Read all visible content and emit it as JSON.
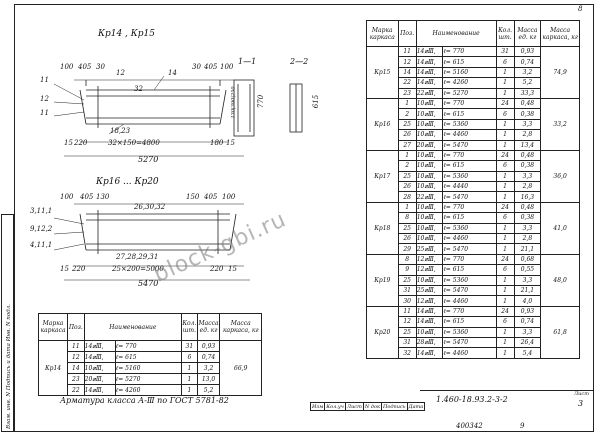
{
  "sheet_number": "8",
  "drawings": {
    "top_title": "Кр14 , Кр15",
    "bottom_title": "Кр16 ... Кр20",
    "section_1": "1—1",
    "section_2": "2—2",
    "top_dims": {
      "d100": "100",
      "d405": "405",
      "d30a": "30",
      "d12": "12",
      "d14": "14",
      "d30b": "30",
      "d405b": "405",
      "d100b": "100",
      "mark11a": "11",
      "mark12": "12",
      "mark11b": "11",
      "d1823": "18,23",
      "d32": "32",
      "spacing": "32×150=4800",
      "d15": "15",
      "d220": "220",
      "d180": "180",
      "d15b": "15",
      "total": "5270",
      "sec_770": "770",
      "sec_615": "615",
      "sec_dims": "130|390|250"
    },
    "bottom_dims": {
      "d100": "100",
      "d405": "405",
      "d130": "130",
      "d150": "150",
      "d405b": "405",
      "d100b": "100",
      "mid": "26,30,32",
      "marks1": "3,11,1",
      "marks2": "9,12,2",
      "marks3": "4,11,1",
      "bars": "27,28,29,31",
      "spacing": "25×200=5000",
      "d15": "15",
      "d220": "220",
      "d220b": "220",
      "d15b": "15",
      "total": "5470"
    }
  },
  "main_table": {
    "headers": [
      "Марка каркаса",
      "Поз.",
      "Наименование",
      "Кол. шт.",
      "Масса ед. кг",
      "Масса каркаса, кг"
    ],
    "groups": [
      {
        "mark": "Кр15",
        "mass": "74,9",
        "rows": [
          [
            "11",
            "14⌀Ⅲ,",
            "ℓ= 770",
            "31",
            "0,93"
          ],
          [
            "12",
            "14⌀Ⅲ,",
            "ℓ= 615",
            "6",
            "0,74"
          ],
          [
            "14",
            "14⌀Ⅲ,",
            "ℓ= 5160",
            "1",
            "3,2"
          ],
          [
            "22",
            "14⌀Ⅲ,",
            "ℓ= 4260",
            "1",
            "5,2"
          ],
          [
            "23",
            "22⌀Ⅲ,",
            "ℓ= 5270",
            "1",
            "33,3"
          ]
        ]
      },
      {
        "mark": "Кр16",
        "mass": "33,2",
        "rows": [
          [
            "1",
            "10⌀Ⅲ,",
            "ℓ= 770",
            "24",
            "0,48"
          ],
          [
            "2",
            "10⌀Ⅲ,",
            "ℓ= 615",
            "6",
            "0,38"
          ],
          [
            "25",
            "10⌀Ⅲ,",
            "ℓ= 5360",
            "1",
            "3,3"
          ],
          [
            "26",
            "10⌀Ⅲ,",
            "ℓ= 4460",
            "1",
            "2,8"
          ],
          [
            "27",
            "20⌀Ⅲ,",
            "ℓ= 5470",
            "1",
            "13,4"
          ]
        ]
      },
      {
        "mark": "Кр17",
        "mass": "36,0",
        "rows": [
          [
            "1",
            "10⌀Ⅲ,",
            "ℓ= 770",
            "24",
            "0,48"
          ],
          [
            "2",
            "10⌀Ⅲ,",
            "ℓ= 615",
            "6",
            "0,38"
          ],
          [
            "25",
            "10⌀Ⅲ,",
            "ℓ= 5360",
            "1",
            "3,3"
          ],
          [
            "26",
            "10⌀Ⅲ,",
            "ℓ= 4440",
            "1",
            "2,8"
          ],
          [
            "28",
            "22⌀Ⅲ,",
            "ℓ= 5470",
            "1",
            "16,3"
          ]
        ]
      },
      {
        "mark": "Кр18",
        "mass": "41,0",
        "rows": [
          [
            "1",
            "10⌀Ⅲ,",
            "ℓ= 770",
            "24",
            "0,48"
          ],
          [
            "8",
            "10⌀Ⅲ,",
            "ℓ= 615",
            "6",
            "0,38"
          ],
          [
            "25",
            "10⌀Ⅲ,",
            "ℓ= 5360",
            "1",
            "3,3"
          ],
          [
            "26",
            "10⌀Ⅲ,",
            "ℓ= 4460",
            "1",
            "2,8"
          ],
          [
            "29",
            "25⌀Ⅲ,",
            "ℓ= 5470",
            "1",
            "21,1"
          ]
        ]
      },
      {
        "mark": "Кр19",
        "mass": "48,0",
        "rows": [
          [
            "8",
            "12⌀Ⅲ,",
            "ℓ= 770",
            "24",
            "0,68"
          ],
          [
            "9",
            "12⌀Ⅲ,",
            "ℓ= 615",
            "6",
            "0,55"
          ],
          [
            "25",
            "10⌀Ⅲ,",
            "ℓ= 5360",
            "1",
            "3,3"
          ],
          [
            "31",
            "25⌀Ⅲ,",
            "ℓ= 5470",
            "1",
            "21,1"
          ],
          [
            "30",
            "12⌀Ⅲ,",
            "ℓ= 4460",
            "1",
            "4,0"
          ]
        ]
      },
      {
        "mark": "Кр20",
        "mass": "61,8",
        "rows": [
          [
            "11",
            "14⌀Ⅲ,",
            "ℓ= 770",
            "24",
            "0,93"
          ],
          [
            "12",
            "14⌀Ⅲ,",
            "ℓ= 615",
            "6",
            "0,74"
          ],
          [
            "25",
            "10⌀Ⅲ,",
            "ℓ= 5360",
            "1",
            "3,3"
          ],
          [
            "31",
            "28⌀Ⅲ,",
            "ℓ= 5470",
            "1",
            "26,4"
          ],
          [
            "32",
            "14⌀Ⅲ,",
            "ℓ= 4460",
            "1",
            "5,4"
          ]
        ]
      }
    ]
  },
  "bottom_table": {
    "headers": [
      "Марка каркаса",
      "Поз.",
      "Наименование",
      "Кол. шт.",
      "Масса ед. кг",
      "Масса каркаса, кг"
    ],
    "mark": "Кр14",
    "mass": "66,9",
    "rows": [
      [
        "11",
        "14⌀Ⅲ,",
        "ℓ= 770",
        "31",
        "0,93"
      ],
      [
        "12",
        "14⌀Ⅲ,",
        "ℓ= 615",
        "6",
        "0,74"
      ],
      [
        "14",
        "10⌀Ⅲ,",
        "ℓ= 5160",
        "1",
        "3,2"
      ],
      [
        "23",
        "20⌀Ⅲ,",
        "ℓ= 5270",
        "1",
        "13,0"
      ],
      [
        "22",
        "14⌀Ⅲ,",
        "ℓ= 4260",
        "1",
        "5,2"
      ]
    ],
    "caption": "Арматура класса А-Ⅲ по ГОСТ 5781-82"
  },
  "stamp": {
    "cols": [
      "Изм",
      "Кол.уч",
      "Лист",
      "N док",
      "Подпись",
      "Дата"
    ],
    "code": "1.460-18.93.2-3-2",
    "sheet_label": "Лист",
    "sheet_no": "3",
    "inv": "400342",
    "page_suffix": "9"
  },
  "sidebar_text": "Взам. инв. N  Подпись и дата  Инв. N подл.",
  "watermark": "block-gbi.ru"
}
